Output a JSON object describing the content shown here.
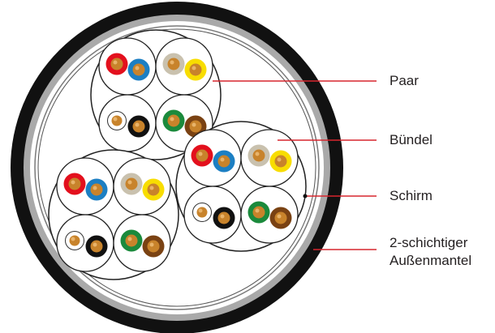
{
  "labels": {
    "pair": "Paar",
    "bundle": "Bündel",
    "shield": "Schirm",
    "jacket_line1": "2-schichtiger",
    "jacket_line2": "Außenmantel"
  },
  "colors": {
    "outer_jacket": "#111111",
    "inner_jacket": "#a9a9a9",
    "leader_line": "#d7262e",
    "copper": "#c8832b",
    "red": "#e3101d",
    "blue": "#1c7fc3",
    "grey": "#c9c1ae",
    "yellow": "#f8dd00",
    "white": "#ffffff",
    "black": "#111111",
    "green": "#1b8a3c",
    "brown": "#7a4213"
  },
  "conductor_pairs": [
    [
      "red",
      "blue"
    ],
    [
      "grey",
      "yellow"
    ],
    [
      "white",
      "black"
    ],
    [
      "green",
      "brown"
    ]
  ]
}
